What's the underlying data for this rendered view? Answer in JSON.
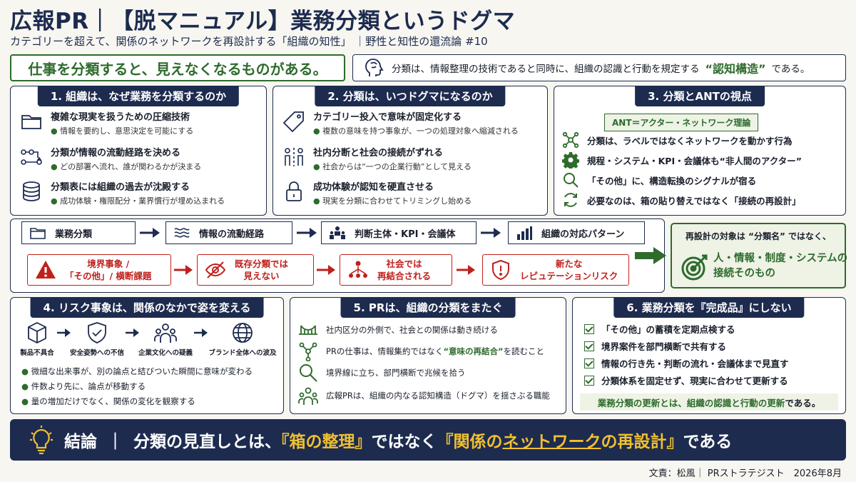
{
  "header": {
    "title": "広報PR｜【脱マニュアル】業務分類というドグマ",
    "subtitle": "カテゴリーを超えて、関係のネットワークを再設計する「組織の知性」 ｜野性と知性の還流論 #10"
  },
  "hook": "仕事を分類すると、見えなくなるものがある。",
  "thesis": {
    "pre": "分類は、情報整理の技術であると同時に、組織の認識と行動を規定する",
    "em": "“認知構造”",
    "post": "である。"
  },
  "sections": {
    "s1": {
      "title": "1. 組織は、なぜ業務を分類するのか",
      "items": [
        {
          "icon": "folder-icon",
          "head": "複雑な現実を扱うための圧縮技術",
          "sub": "情報を要約し、意思決定を可能にする"
        },
        {
          "icon": "flow-icon",
          "head": "分類が情報の流動経路を決める",
          "sub": "どの部署へ流れ、誰が関わるかが決まる"
        },
        {
          "icon": "database-icon",
          "head": "分類表には組織の過去が沈殿する",
          "sub": "成功体験・権限配分・業界慣行が埋め込まれる"
        }
      ]
    },
    "s2": {
      "title": "2. 分類は、いつドグマになるのか",
      "items": [
        {
          "icon": "tag-icon",
          "head": "カテゴリー投入で意味が固定化する",
          "sub": "複数の意味を持つ事象が、一つの処理対象へ縮減される"
        },
        {
          "icon": "people-divide-icon",
          "head": "社内分断と社会の接続がずれる",
          "sub": "社会からは“一つの企業行動”として見える"
        },
        {
          "icon": "lock-icon",
          "head": "成功体験が認知を硬直させる",
          "sub": "現実を分類に合わせてトリミングし始める"
        }
      ]
    },
    "s3": {
      "title": "3. 分類とANTの視点",
      "label": "ANT＝アクター・ネットワーク理論",
      "items": [
        {
          "icon": "network-icon",
          "text": "分類は、ラベルではなくネットワークを動かす行為"
        },
        {
          "icon": "gear-icon",
          "text": "規程・システム・KPI・会議体も“非人間のアクター”"
        },
        {
          "icon": "magnifier-icon",
          "text": "「その他」に、構造転換のシグナルが宿る"
        },
        {
          "icon": "refresh-icon",
          "text": "必要なのは、箱の貼り替えではなく「接続の再設計」"
        }
      ]
    },
    "flow": {
      "steps": [
        "業務分類",
        "情報の流動経路",
        "判断主体・KPI・会議体",
        "組織の対応パターン"
      ],
      "risks": [
        {
          "l1": "境界事象 /",
          "l2": "「その他」/ 横断課題"
        },
        {
          "l1": "既存分類では",
          "l2": "見えない"
        },
        {
          "l1": "社会では",
          "l2": "再結合される"
        },
        {
          "l1": "新たな",
          "l2": "レピュテーションリスク"
        }
      ],
      "result_top": "再設計の対象は “分類名” ではなく、",
      "result_l1": "人・情報・制度・システムの",
      "result_l2": "接続そのもの"
    },
    "s4": {
      "title": "4. リスク事象は、関係のなかで姿を変える",
      "steps": [
        "製品不具合",
        "安全姿勢への不信",
        "企業文化への疑義",
        "ブランド全体への波及"
      ],
      "bullets": [
        "微細な出来事が、別の論点と結びついた瞬間に意味が変わる",
        "件数より先に、論点が移動する",
        "量の増加だけでなく、関係の変化を観察する"
      ]
    },
    "s5": {
      "title": "5. PRは、組織の分類をまたぐ",
      "items": [
        {
          "icon": "bridge-icon",
          "text": "社内区分の外側で、社会との関係は動き続ける"
        },
        {
          "icon": "network-icon",
          "pre": "PRの仕事は、情報集約ではなく",
          "em": "“意味の再結合”",
          "post": "を読むこと"
        },
        {
          "icon": "search-icon",
          "text": "境界線に立ち、部門横断で兆候を拾う"
        },
        {
          "icon": "team-icon",
          "text": "広報PRは、組織の内なる認知構造（ドグマ）を揺さぶる職能"
        }
      ]
    },
    "s6": {
      "title": "6. 業務分類を『完成品』にしない",
      "checks": [
        "「その他」の蓄積を定期点検する",
        "境界案件を部門横断で共有する",
        "情報の行き先・判断の流れ・会議体まで見直す",
        "分類体系を固定せず、現実に合わせて更新する"
      ],
      "footer_em": "業務分類の更新とは、組織の認識と行動の更新",
      "footer_post": "である。"
    }
  },
  "conclusion": {
    "lead": "結論",
    "sep": "｜",
    "pre": "分類の見直しとは、",
    "box": "『箱の整理』",
    "mid": "ではなく",
    "net1": "『関係の",
    "net2": "ネットワーク",
    "net3": "の再設計』",
    "post": "である"
  },
  "credit": "文責：松風｜ PRストラテジスト　2026年8月",
  "colors": {
    "navy": "#1d2b4f",
    "green": "#2e6b2c",
    "red": "#c0201c",
    "yellow": "#f0c030"
  }
}
